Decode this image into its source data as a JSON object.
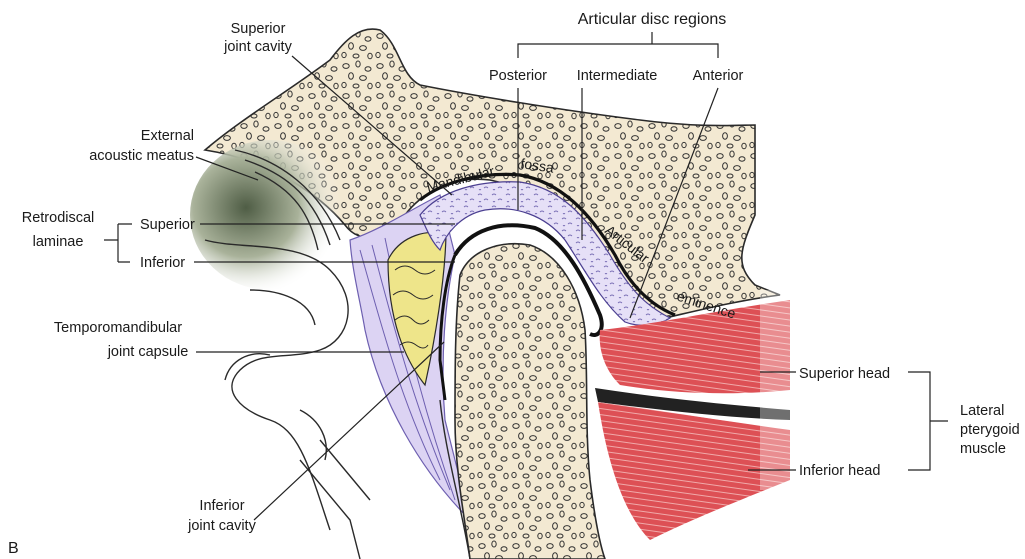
{
  "figure_letter": "B",
  "labels": {
    "articular_disc_regions": "Articular disc regions",
    "posterior": "Posterior",
    "intermediate": "Intermediate",
    "anterior": "Anterior",
    "superior_joint_cavity_1": "Superior",
    "superior_joint_cavity_2": "joint cavity",
    "external_acoustic_meatus_1": "External",
    "external_acoustic_meatus_2": "acoustic meatus",
    "retrodiscal_1": "Retrodiscal",
    "retrodiscal_2": "laminae",
    "superior": "Superior",
    "inferior": "Inferior",
    "tmj_capsule_1": "Temporomandibular",
    "tmj_capsule_2": "joint capsule",
    "inferior_joint_cavity_1": "Inferior",
    "inferior_joint_cavity_2": "joint cavity",
    "mandibular": "Mandibular",
    "fossa": "fossa",
    "articular": "Articular",
    "eminence": "eminence",
    "superior_head": "Superior head",
    "inferior_head": "Inferior head",
    "lateral_1": "Lateral",
    "lateral_2": "pterygoid",
    "lateral_3": "muscle"
  },
  "colors": {
    "bone": "#f3e9d2",
    "disc": "#e6e0f7",
    "fat": "#eee58a",
    "muscle": "#d9444a",
    "shadow": "#7a8a6a"
  }
}
